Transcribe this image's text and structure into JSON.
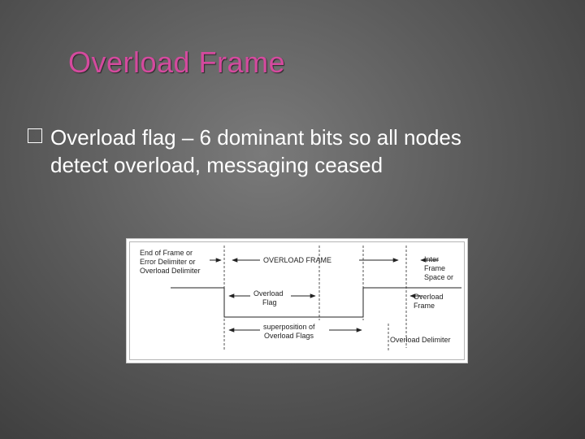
{
  "slide": {
    "title": "Overload Frame",
    "bullet": {
      "marker": "square-bullet",
      "text_line1": "Overload flag – 6 dominant bits so all nodes",
      "text_line2": "detect overload, messaging ceased"
    }
  },
  "diagram": {
    "left_label": [
      "End of Frame or",
      "Error Delimiter or",
      "Overload Delimiter"
    ],
    "overload_frame_label": "OVERLOAD FRAME",
    "ifs_label": [
      "Inter",
      "Frame",
      "Space or"
    ],
    "overload_flag_label": [
      "Overload",
      "Flag"
    ],
    "overload_frame_right_label": [
      "Overload",
      "Frame"
    ],
    "superposition_label": [
      "superposition of",
      "Overload Flags"
    ],
    "overload_delimiter_label": "Overload Delimiter"
  }
}
